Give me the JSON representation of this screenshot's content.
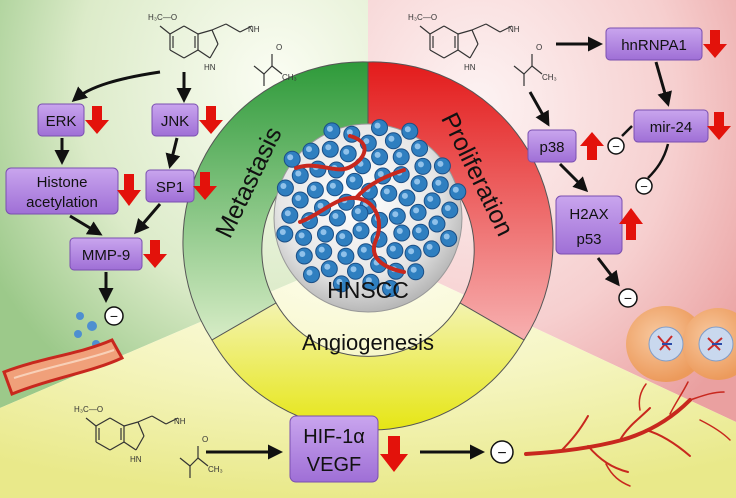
{
  "center": {
    "label": "HNSCC"
  },
  "segments": {
    "metastasis": "Metastasis",
    "proliferation": "Proliferation",
    "angiogenesis": "Angiogenesis"
  },
  "molecule": {
    "methoxy": "H₃C—O",
    "nh": "NH",
    "hn": "HN",
    "o": "O",
    "ch3": "CH₃"
  },
  "metastasis_panel": {
    "erk": "ERK",
    "jnk": "JNK",
    "histone_line1": "Histone",
    "histone_line2": "acetylation",
    "sp1": "SP1",
    "mmp9": "MMP-9",
    "inhibit": "−"
  },
  "proliferation_panel": {
    "hnrnpa1": "hnRNPA1",
    "mir24": "mir-24",
    "p38": "p38",
    "h2ax": "H2AX",
    "p53": "p53",
    "inhibit": "−"
  },
  "angiogenesis_panel": {
    "hif_line1": "HIF-1α",
    "hif_line2": "VEGF",
    "inhibit": "−"
  },
  "colors": {
    "box": "#b58be0",
    "down_arrow": "#e3120b",
    "up_arrow": "#e3120b",
    "metastasis": "#3fa83f",
    "proliferation": "#e8322a",
    "angiogenesis": "#e3e31c"
  }
}
